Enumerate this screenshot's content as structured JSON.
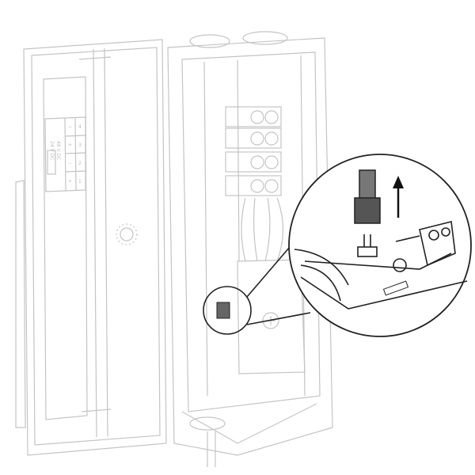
{
  "label_panel": {
    "voltage_1": "24 V DC",
    "voltage_2": "48 V DC",
    "terminals": [
      "4",
      "3",
      "2",
      "1"
    ],
    "polarity": [
      "−",
      "+",
      "−",
      "+"
    ]
  },
  "colors": {
    "faded_line": "#c4c4c4",
    "detail_line": "#222222",
    "jumper": "#555555"
  }
}
